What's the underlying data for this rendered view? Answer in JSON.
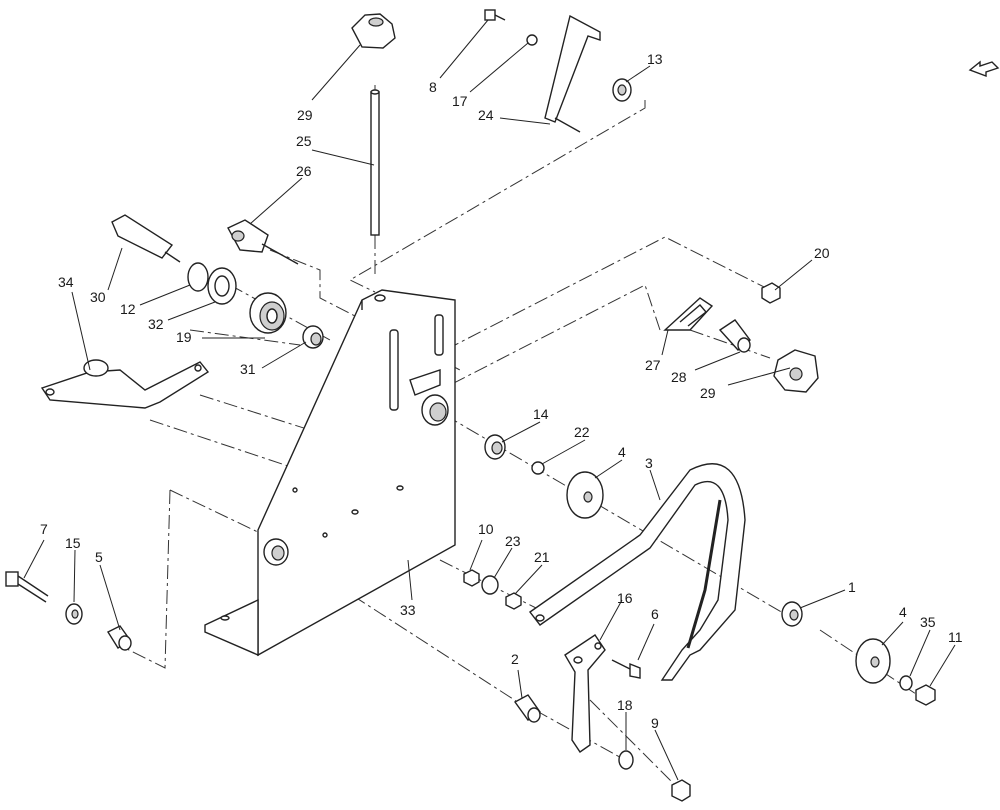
{
  "diagram": {
    "callouts": [
      {
        "id": "c1",
        "label": "1"
      },
      {
        "id": "c2",
        "label": "2"
      },
      {
        "id": "c3",
        "label": "3"
      },
      {
        "id": "c4a",
        "label": "4"
      },
      {
        "id": "c4b",
        "label": "4"
      },
      {
        "id": "c5",
        "label": "5"
      },
      {
        "id": "c6",
        "label": "6"
      },
      {
        "id": "c7",
        "label": "7"
      },
      {
        "id": "c8",
        "label": "8"
      },
      {
        "id": "c9",
        "label": "9"
      },
      {
        "id": "c10",
        "label": "10"
      },
      {
        "id": "c11",
        "label": "11"
      },
      {
        "id": "c12",
        "label": "12"
      },
      {
        "id": "c13",
        "label": "13"
      },
      {
        "id": "c14",
        "label": "14"
      },
      {
        "id": "c15",
        "label": "15"
      },
      {
        "id": "c16",
        "label": "16"
      },
      {
        "id": "c17",
        "label": "17"
      },
      {
        "id": "c18",
        "label": "18"
      },
      {
        "id": "c19",
        "label": "19"
      },
      {
        "id": "c20",
        "label": "20"
      },
      {
        "id": "c21",
        "label": "21"
      },
      {
        "id": "c22",
        "label": "22"
      },
      {
        "id": "c23",
        "label": "23"
      },
      {
        "id": "c24",
        "label": "24"
      },
      {
        "id": "c25",
        "label": "25"
      },
      {
        "id": "c26",
        "label": "26"
      },
      {
        "id": "c27",
        "label": "27"
      },
      {
        "id": "c28",
        "label": "28"
      },
      {
        "id": "c29a",
        "label": "29"
      },
      {
        "id": "c29b",
        "label": "29"
      },
      {
        "id": "c30",
        "label": "30"
      },
      {
        "id": "c31",
        "label": "31"
      },
      {
        "id": "c32",
        "label": "32"
      },
      {
        "id": "c33",
        "label": "33"
      },
      {
        "id": "c34",
        "label": "34"
      },
      {
        "id": "c35",
        "label": "35"
      }
    ],
    "direction_icon": "arrow-left-outline-icon",
    "line_color": "#222222"
  }
}
